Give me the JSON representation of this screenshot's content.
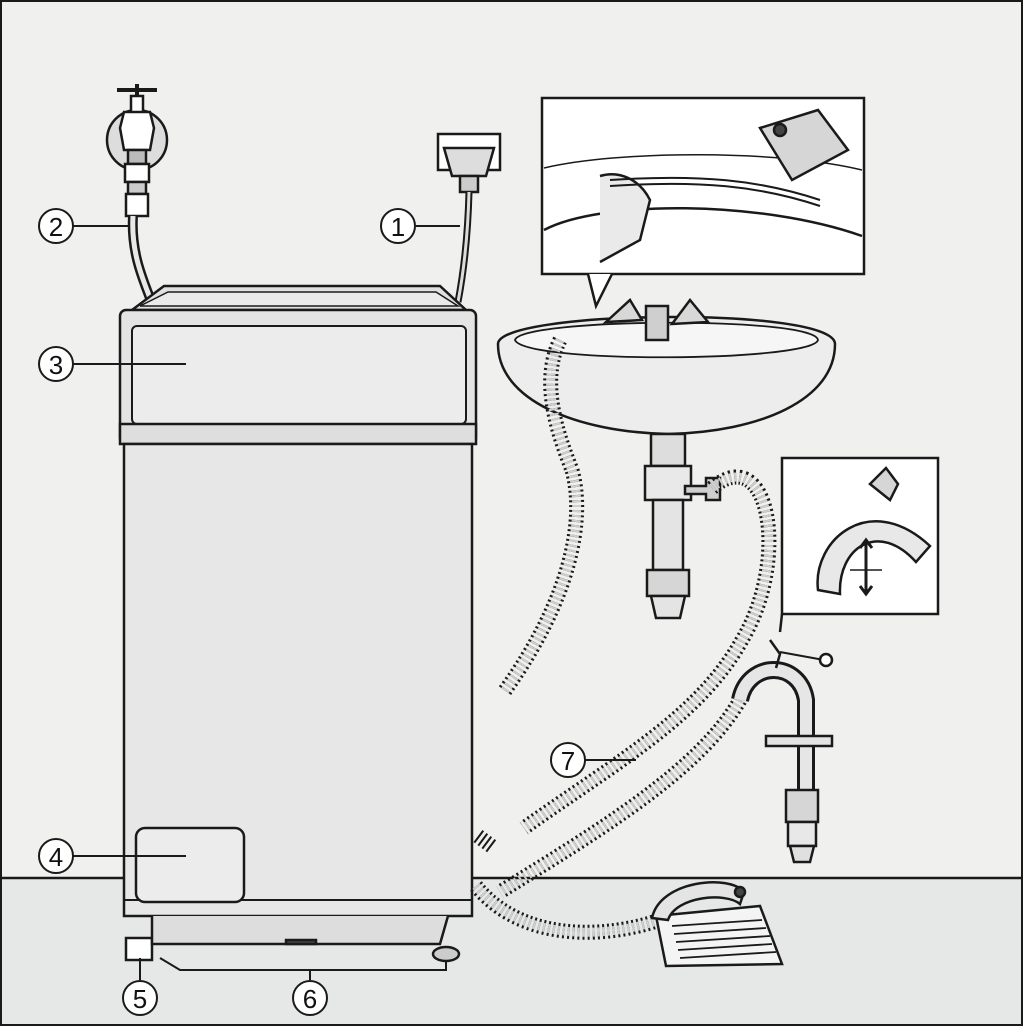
{
  "callouts": {
    "c1": "1",
    "c2": "2",
    "c3": "3",
    "c4": "4",
    "c5": "5",
    "c6": "6",
    "c7": "7"
  },
  "colors": {
    "wall": "#f0f0ee",
    "floor": "#e6e7e7",
    "line": "#1a1a1a",
    "panel": "#ffffff"
  }
}
